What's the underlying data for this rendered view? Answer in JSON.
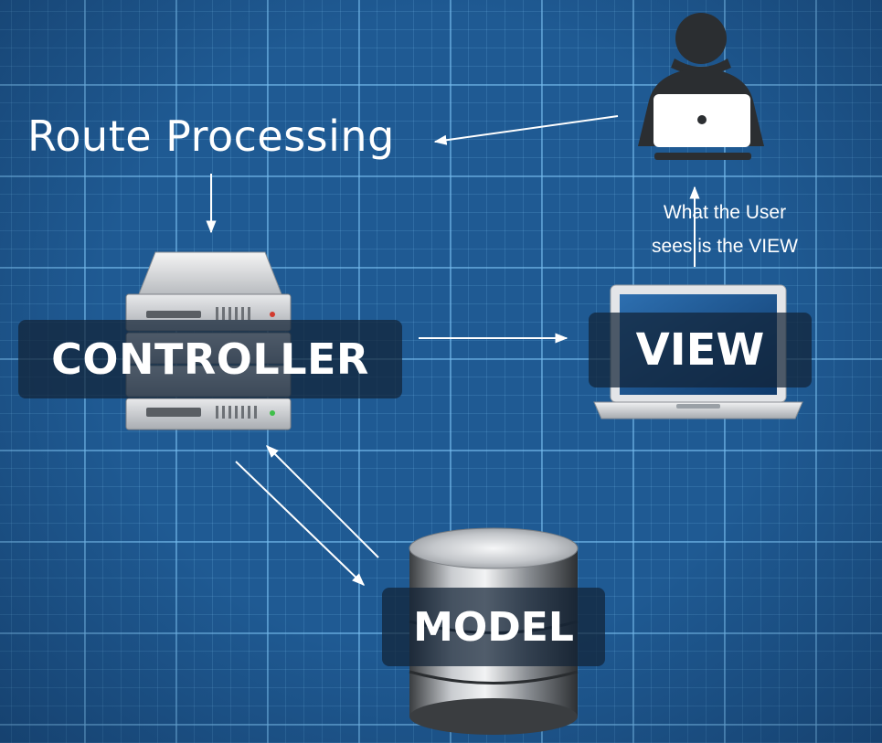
{
  "labels": {
    "route_processing": "Route Processing",
    "user_note_line1": "What the User",
    "user_note_line2": "sees is the VIEW",
    "controller": "CONTROLLER",
    "view": "VIEW",
    "model": "MODEL"
  },
  "icons": {
    "user": "person-with-laptop-icon",
    "controller": "server-rack-icon",
    "view": "laptop-icon",
    "model": "database-icon"
  },
  "colors": {
    "background": "#1f5a93",
    "grid": "#78bef0",
    "label_box": "#122236",
    "text": "#ffffff"
  }
}
